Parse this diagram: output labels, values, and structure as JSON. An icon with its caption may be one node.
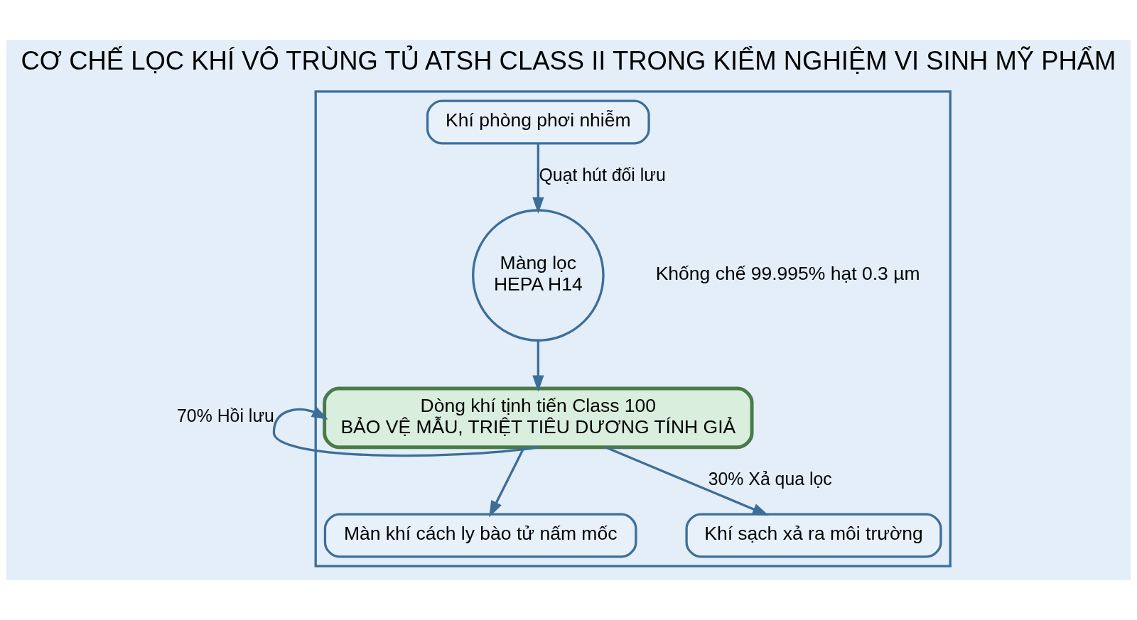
{
  "diagram": {
    "title": "CƠ CHẾ LỌC KHÍ VÔ TRÙNG TỦ ATSH CLASS II TRONG KIỂM NGHIỆM VI SINH MỸ PHẨM",
    "nodes": [
      {
        "text": [],
        "shape": "box"
      },
      {
        "text": [
          "Khí phòng phơi nhiễm"
        ],
        "in": 0
      },
      {
        "text": [
          "Màng lọc HEPA H14"
        ],
        "in": 0,
        "beside": [
          "Khống chế 99.995% hạt 0.3 µm"
        ]
      },
      {
        "text": [
          "Dòng khí tịnh tiến Class 100",
          "BẢO VỆ MẪU, TRIỆT TIÊU DƯƠNG TÍNH GIẢ"
        ],
        "in": 0
      },
      {
        "text": [
          "Màn khí cách ly bào tử nấm mốc"
        ],
        "in": 0
      },
      {
        "text": [
          "Khí sạch xả ra môi trường"
        ],
        "in": 0
      }
    ],
    "edges": [
      {
        "from": 1,
        "to": 2,
        "arrow": "to",
        "label": "Quạt hút đối lưu"
      },
      {
        "from": 2,
        "to": 3,
        "arrow": "to"
      },
      {
        "from": 3,
        "to": 4,
        "arrow": "to"
      },
      {
        "from": 3,
        "to": 3,
        "arrow": "to",
        "label": "70% Hồi lưu"
      },
      {
        "from": 3,
        "to": 5,
        "arrow": "to",
        "label": "30% Xả qua lọc"
      }
    ]
  }
}
